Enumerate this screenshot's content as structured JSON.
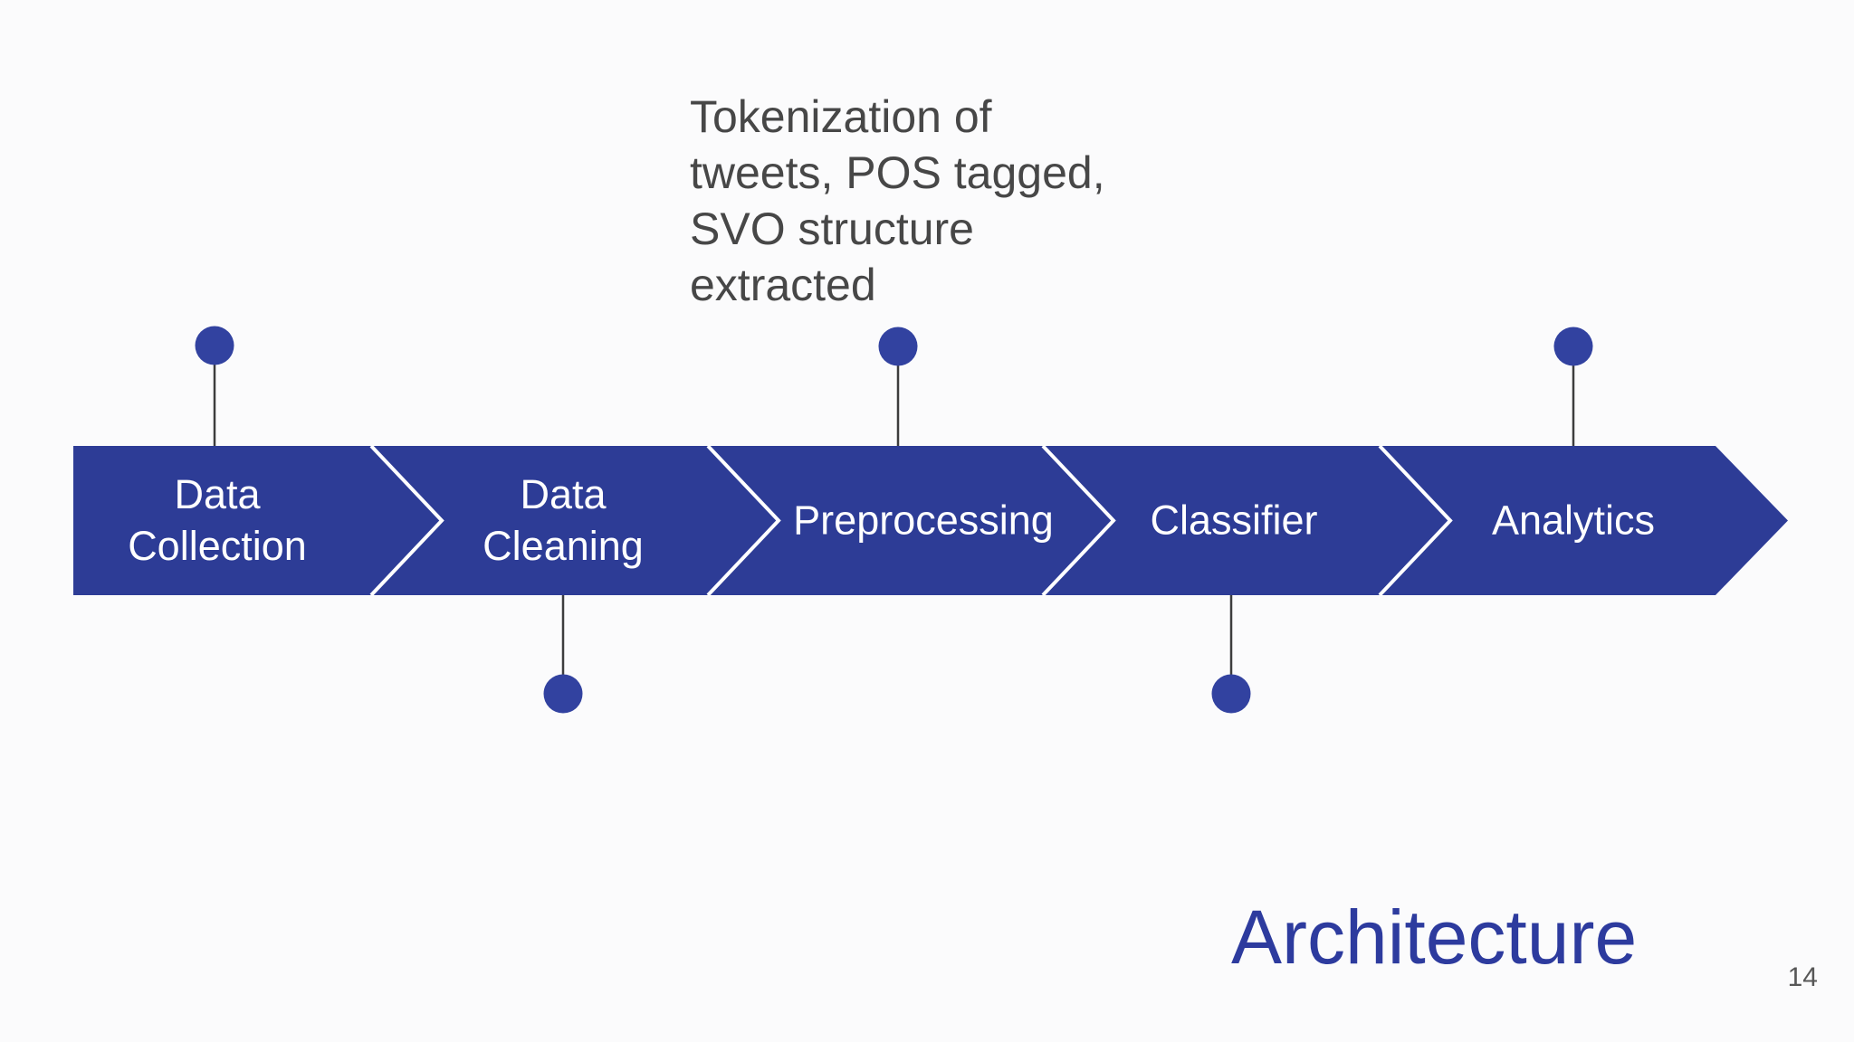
{
  "slide": {
    "title": "Architecture",
    "page_number": "14"
  },
  "annotation": {
    "text": "Tokenization of\ntweets, POS tagged,\nSVO structure\nextracted"
  },
  "process": {
    "steps": [
      "Data Collection",
      "Data Cleaning",
      "Preprocessing",
      "Classifier",
      "Analytics"
    ]
  },
  "colors": {
    "band_blue": "#2d3c96",
    "circle_blue": "#3242a0",
    "title_blue": "#2d3b9e",
    "annotation_gray": "#474747",
    "page_number_gray": "#575757",
    "background": "#fbfbfc"
  }
}
